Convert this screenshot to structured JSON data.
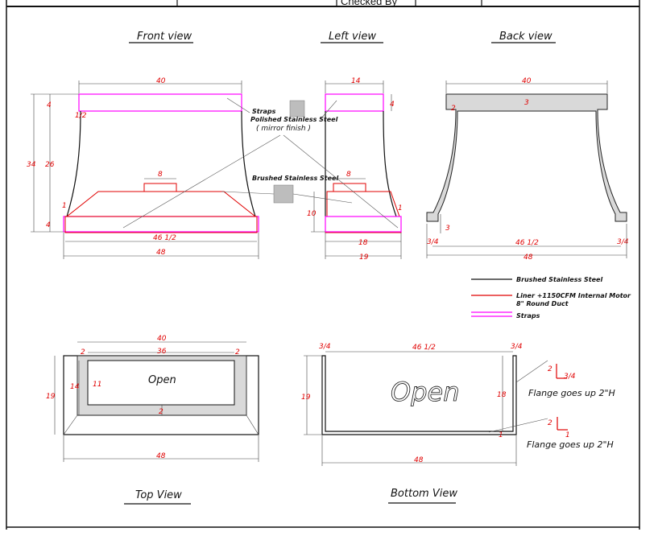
{
  "title_block": {
    "checked_by_label": "Checked By"
  },
  "views": {
    "front": "Front view",
    "left": "Left view",
    "back": "Back view",
    "top": "Top View",
    "bottom": "Bottom View"
  },
  "front_dims": {
    "width_top": "40",
    "strap_h": "4",
    "h_total": "34",
    "h_mid": "26",
    "inset": "1/2",
    "lip": "1",
    "base_h": "4",
    "collar": "8",
    "liner_w": "46 1/2",
    "base_w": "48"
  },
  "left_dims": {
    "depth_top": "14",
    "strap_h": "4",
    "collar": "8",
    "h_lower": "10",
    "lip": "1",
    "liner_d": "18",
    "base_d": "19"
  },
  "back_dims": {
    "width_top": "40",
    "wall": "2",
    "top_t": "3",
    "foot_h": "3",
    "foot_l": "3/4",
    "inner_w": "46 1/2",
    "foot_r": "3/4",
    "base_w": "48"
  },
  "top_dims": {
    "width": "40",
    "left_gap": "2",
    "inner_w": "36",
    "right_gap": "2",
    "depth": "19",
    "depth_in": "14",
    "open_h": "11",
    "bottom_gap": "2",
    "open": "Open",
    "base_w": "48"
  },
  "bottom_dims": {
    "left_t": "3/4",
    "inner_w": "46 1/2",
    "right_t": "3/4",
    "depth": "19",
    "side_d": "18",
    "open": "Open",
    "bottom_gap": "1",
    "base_w": "48",
    "flange_a_h": "2",
    "flange_a_t": "3/4",
    "flange_b_h": "2",
    "flange_b_t": "1"
  },
  "notes": {
    "straps": "Straps",
    "polished": "Polished Stainless Steel",
    "mirror": "( mirror finish )",
    "brushed": "Brushed Stainless Steel",
    "flange_1": "Flange goes up 2\"H",
    "flange_2": "Flange goes up 2\"H"
  },
  "legend": [
    {
      "label": "Brushed Stainless Steel",
      "color": "#111111"
    },
    {
      "label": "Liner +1150CFM Internal Motor",
      "label2": "8\" Round Duct",
      "color": "#e00000"
    },
    {
      "label": "Straps",
      "color": "#ff00ff"
    }
  ]
}
